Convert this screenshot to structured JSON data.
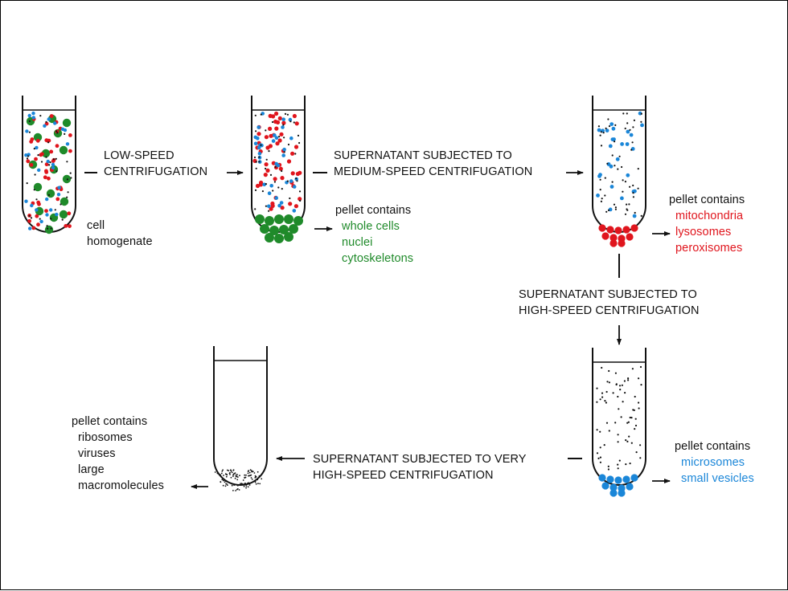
{
  "labels": {
    "step1": [
      "LOW-SPEED",
      "CENTRIFUGATION"
    ],
    "step2": [
      "SUPERNATANT SUBJECTED TO",
      "MEDIUM-SPEED CENTRIFUGATION"
    ],
    "step3": [
      "SUPERNATANT SUBJECTED TO",
      "HIGH-SPEED CENTRIFUGATION"
    ],
    "step4": [
      "SUPERNATANT SUBJECTED TO VERY",
      "HIGH-SPEED CENTRIFUGATION"
    ],
    "homogenate": [
      "cell",
      "homogenate"
    ]
  },
  "pellets": {
    "low": {
      "header": "pellet contains",
      "items": [
        "whole cells",
        "nuclei",
        "cytoskeletons"
      ],
      "color": "#1f8a2a"
    },
    "medium": {
      "header": "pellet contains",
      "items": [
        "mitochondria",
        "lysosomes",
        "peroxisomes"
      ],
      "color": "#e0151d"
    },
    "high": {
      "header": "pellet contains",
      "items": [
        "microsomes",
        "small vesicles"
      ],
      "color": "#1a86d8"
    },
    "veryhigh": {
      "header": "pellet contains",
      "items": [
        "ribosomes",
        "viruses",
        "large",
        "macromolecules"
      ],
      "color": "#111111"
    }
  },
  "colors": {
    "green": "#1f8a2a",
    "red": "#e0151d",
    "blue": "#1a86d8",
    "black": "#111111"
  }
}
